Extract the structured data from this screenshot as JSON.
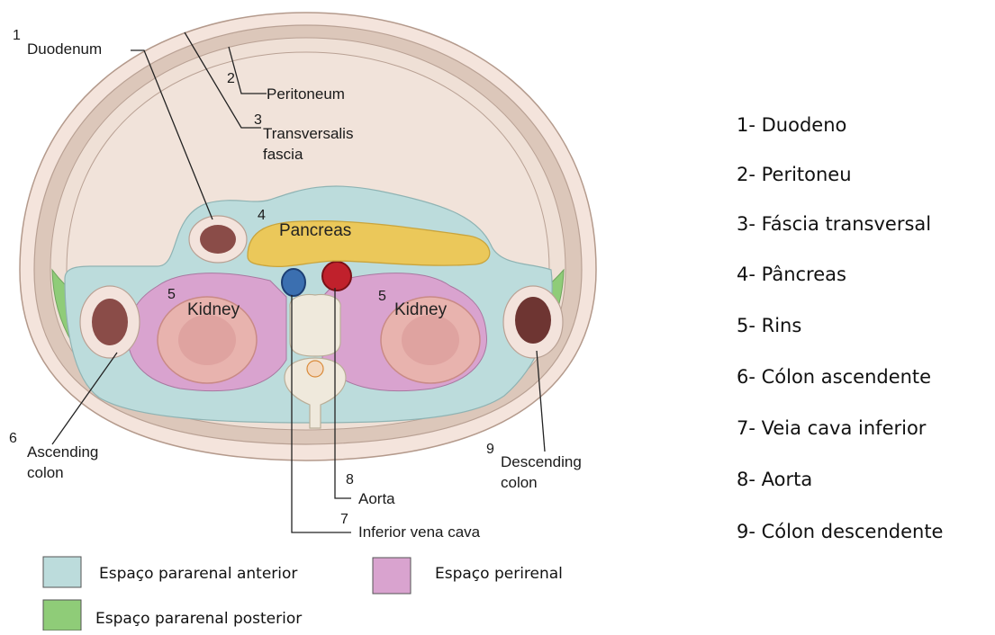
{
  "diagram": {
    "labels": {
      "duodenum": {
        "num": "1",
        "text": "Duodenum"
      },
      "peritoneum": {
        "num": "2",
        "text": "Peritoneum"
      },
      "transversalis": {
        "num": "3",
        "line1": "Transversalis",
        "line2": "fascia"
      },
      "pancreas": {
        "num": "4",
        "text": "Pancreas"
      },
      "kidney_left": {
        "num": "5",
        "text": "Kidney"
      },
      "kidney_right": {
        "num": "5",
        "text": "Kidney"
      },
      "ascending": {
        "num": "6",
        "line1": "Ascending",
        "line2": "colon"
      },
      "ivc": {
        "num": "7",
        "text": "Inferior vena cava"
      },
      "aorta": {
        "num": "8",
        "text": "Aorta"
      },
      "descending": {
        "num": "9",
        "line1": "Descending",
        "line2": "colon"
      }
    },
    "colors": {
      "anterior_pararenal": "#bcdcdc",
      "perirenal": "#d9a3cf",
      "posterior_pararenal": "#8fcc78",
      "peritoneal_cavity": "#f1e3da",
      "wall": "#d8c3b6",
      "pancreas": "#ebc85a",
      "aorta": "#c0212c",
      "ivc": "#3b6fb0"
    }
  },
  "key": {
    "items": [
      "1- Duodeno",
      "2- Peritoneu",
      "3- Fáscia transversal",
      "4- Pâncreas",
      "5- Rins",
      "6- Cólon ascendente",
      "7- Veia cava inferior",
      "8- Aorta",
      "9- Cólon descendente"
    ]
  },
  "legend": {
    "anterior": {
      "label": "Espaço pararenal anterior",
      "color": "#bcdcdc"
    },
    "perirenal": {
      "label": "Espaço perirenal",
      "color": "#d9a3cf"
    },
    "posterior": {
      "label": "Espaço pararenal posterior",
      "color": "#8fcc78"
    }
  }
}
